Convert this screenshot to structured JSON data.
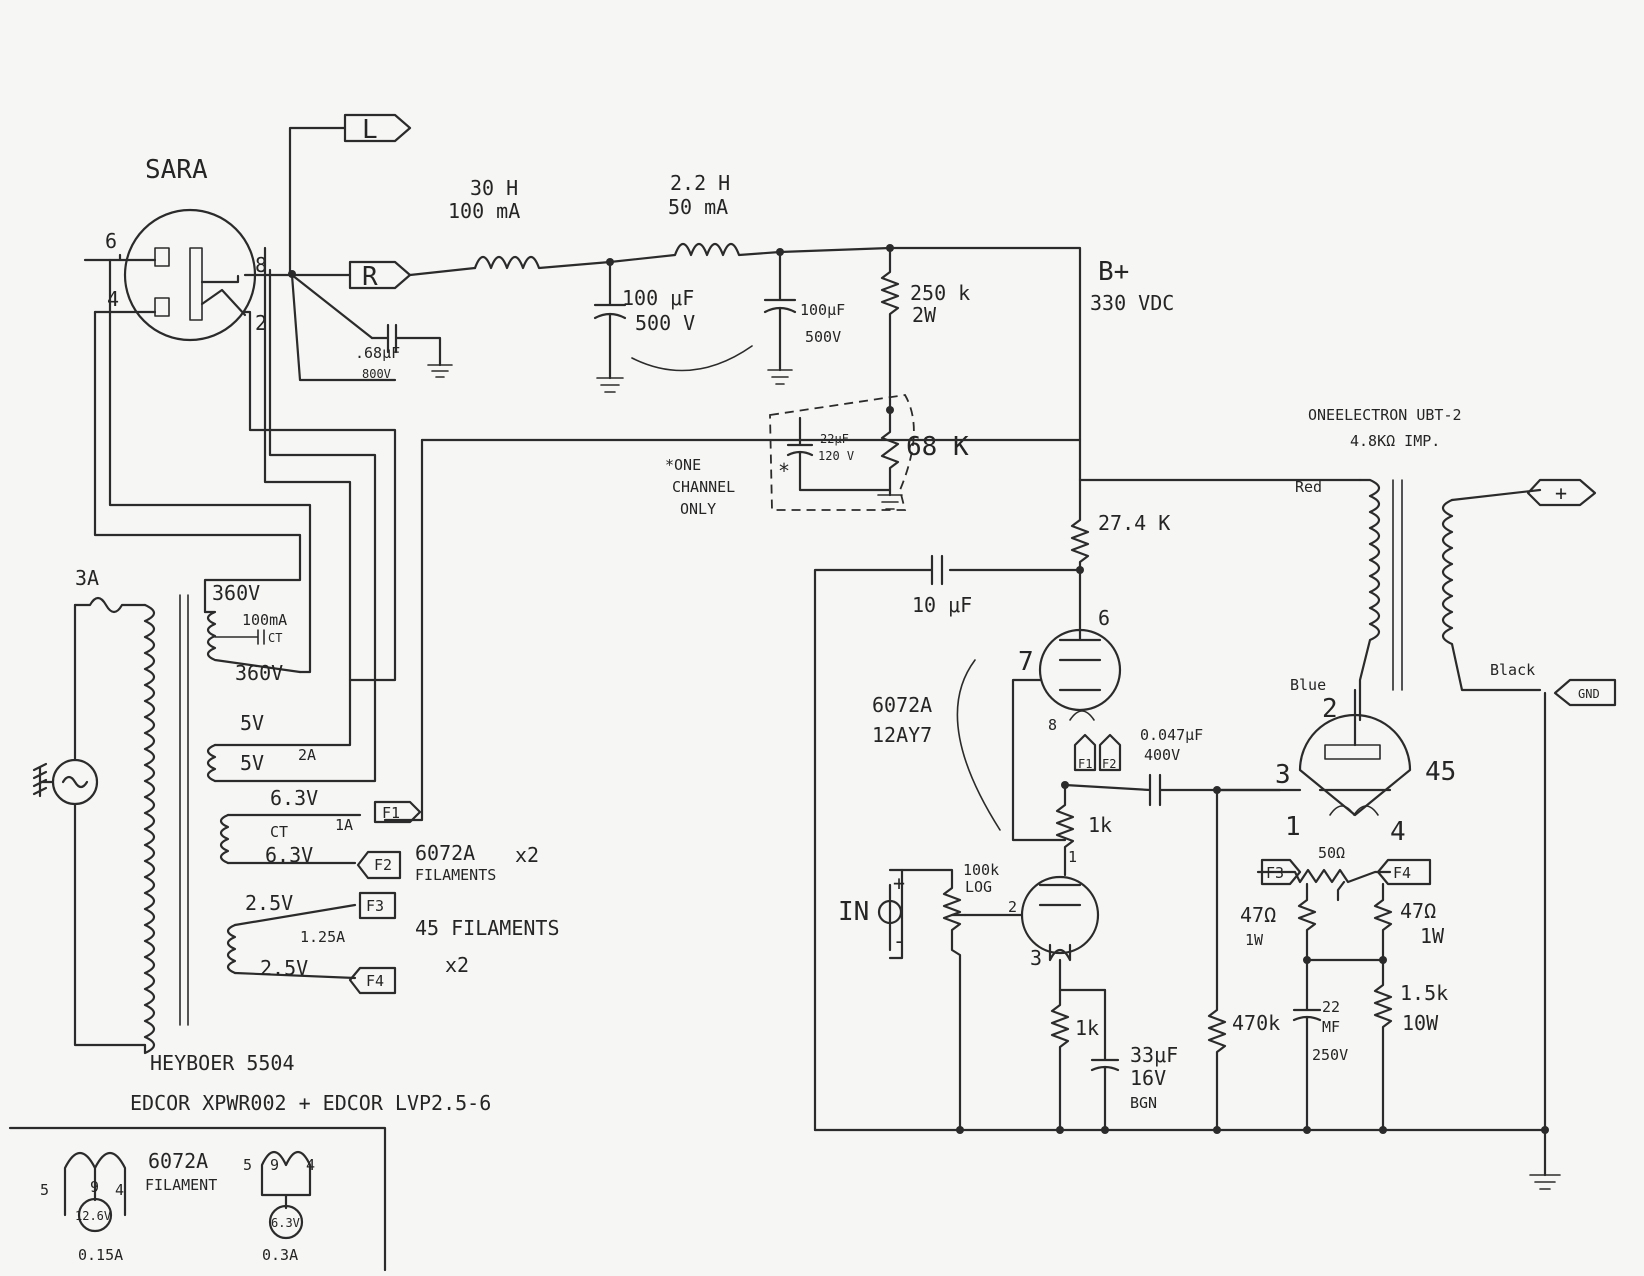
{
  "labels": {
    "sara": "SARA",
    "pin6": "6",
    "pin4": "4",
    "pin8": "8",
    "pin2": "2",
    "out_l": "L",
    "out_r": "R",
    "choke1": "30 H",
    "choke1_i": "100 mA",
    "choke2": "2.2 H",
    "choke2_i": "50 mA",
    "cap1": "100 μF",
    "cap1_v": "500 V",
    "cap2": "100μF",
    "cap2_v": "500V",
    "cap_in": ".68μF",
    "cap_in_v": "800V",
    "r250": "250 k",
    "r250_w": "2W",
    "bplus": "B+",
    "bplus_v": "330 VDC",
    "cap22": "22μF",
    "cap22_v": "120 V",
    "r68": "68 K",
    "one_ch_1": "*ONE",
    "one_ch_2": "CHANNEL",
    "one_ch_3": "ONLY",
    "star": "*",
    "ot_1": "ONEELECTRON UBT-2",
    "ot_2": "4.8KΩ IMP.",
    "red": "Red",
    "blue": "Blue",
    "black": "Black",
    "plus": "+",
    "gnd": "GND",
    "r274": "27.4 K",
    "cap10": "10 μF",
    "pin6_v": "6",
    "pin7_v": "7",
    "pin8_v": "8",
    "tube1": "6072A",
    "tube1_b": "12AY7",
    "f1": "F1",
    "f2": "F2",
    "f3": "F3",
    "f4": "F4",
    "cap047": "0.047μF",
    "cap047_v": "400V",
    "r1k_a": "1k",
    "pin1": "1",
    "pin2b": "2",
    "pin3": "3",
    "in": "IN",
    "in_plus": "+",
    "in_minus": "-",
    "pot": "100k",
    "pot_b": "LOG",
    "r1k_b": "1k",
    "cap33": "33μF",
    "cap33_v": "16V",
    "cap33_t": "BGN",
    "r470": "470k",
    "cap22b": "22",
    "cap22b_u": "MF",
    "cap22b_v": "250V",
    "r15k": "1.5k",
    "r15k_w": "10W",
    "r47a": "47Ω",
    "r47a_w": "1W",
    "r47b": "47Ω",
    "r47b_w": "1W",
    "r50": "50Ω",
    "t45_3": "3",
    "t45_1": "1",
    "t45_4": "4",
    "t45_2": "2",
    "t45": "45",
    "fuse": "3A",
    "v360a": "360V",
    "i100": "100mA",
    "ct": "CT",
    "v360b": "360V",
    "v5a": "5V",
    "v5b": "5V",
    "i2": "2A",
    "v63a": "6.3V",
    "ct2": "CT",
    "i1": "1A",
    "v63b": "6.3V",
    "fil_6072_1": "6072A",
    "fil_6072_2": "FILAMENTS",
    "x2a": "x2",
    "v25a": "2.5V",
    "i125": "1.25A",
    "v25b": "2.5V",
    "fil45": "45 FILAMENTS",
    "x2b": "x2",
    "ptx": "HEYBOER 5504",
    "edcor": "EDCOR XPWR002 + EDCOR LVP2.5-6",
    "inset_5a": "5",
    "inset_9a": "9",
    "inset_4a": "4",
    "inset_v1": "12.6V",
    "inset_i1": "0.15A",
    "inset_t1": "6072A",
    "inset_t2": "FILAMENT",
    "inset_5b": "5",
    "inset_9b": "9",
    "inset_4b": "4",
    "inset_v2": "6.3V",
    "inset_i2": "0.3A"
  }
}
